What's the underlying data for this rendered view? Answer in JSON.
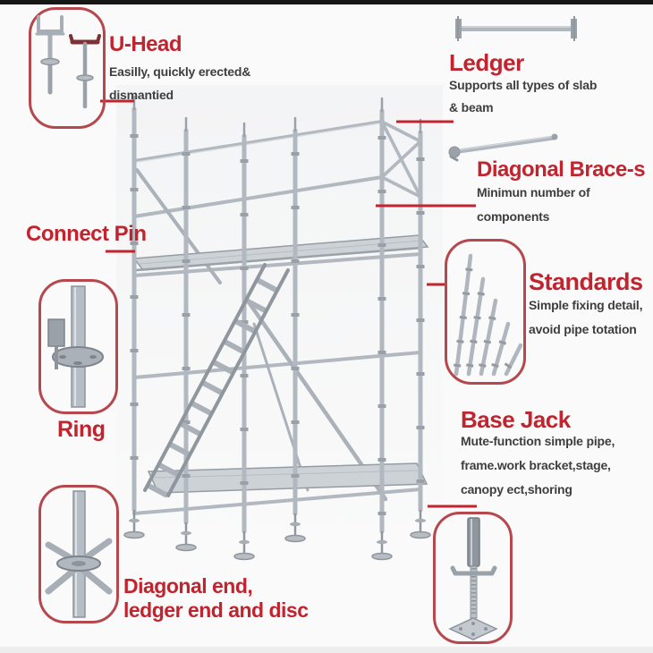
{
  "page": {
    "title": "Ringlock scaffolding system components diagram",
    "background": "#fafafa"
  },
  "colors": {
    "accent_red": "#c1242e",
    "box_border": "#b5474d",
    "text_dark": "#3e3e3e",
    "metal_light": "#cdd2d7",
    "metal_mid": "#b2b8bf",
    "metal_dark": "#8f969d"
  },
  "labels": {
    "u_head": {
      "title": "U-Head",
      "desc": [
        "Easilly, quickly erected&",
        "dismantied"
      ]
    },
    "ledger": {
      "title": "Ledger",
      "desc": [
        "Supports all types of slab",
        "& beam"
      ]
    },
    "diagonal_brace": {
      "title": "Diagonal Brace-s",
      "desc": [
        "Minimun number of",
        "components"
      ]
    },
    "standards": {
      "title": "Standards",
      "desc": [
        "Simple fixing detail,",
        "avoid pipe totation"
      ]
    },
    "base_jack": {
      "title": "Base Jack",
      "desc": [
        "Mute-function simple pipe,",
        "frame.work bracket,stage,",
        "canopy ect,shoring"
      ]
    },
    "connect_pin": {
      "title": "Connect Pin"
    },
    "ring": {
      "title": "Ring"
    },
    "diagonal_end": {
      "title": [
        "Diagonal end,",
        "ledger end and disc"
      ]
    }
  },
  "icons": {
    "u_head_thumb": "u-head-screw-jacks",
    "ledger_thumb": "horizontal-ledger-tube",
    "diagonal_brace_thumb": "diagonal-brace-tube",
    "standards_thumb": "vertical-standard-pipes",
    "ring_thumb": "rosette-ring-on-pipe",
    "diagonal_end_thumb": "node-disc-with-ledger-ends",
    "base_jack_thumb": "screw-base-jack",
    "scaffold": "ringlock-scaffold-tower-with-stair"
  }
}
